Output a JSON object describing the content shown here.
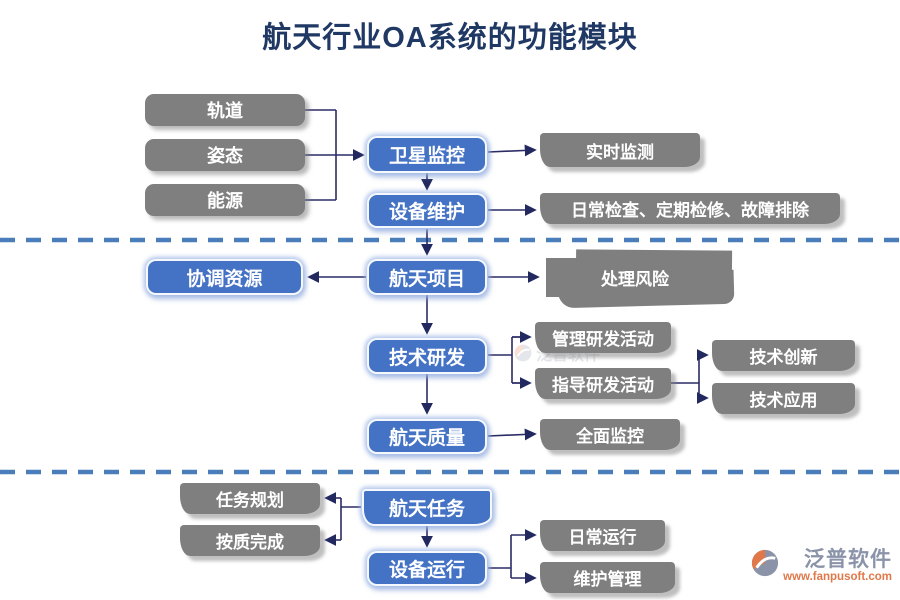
{
  "title": "航天行业OA系统的功能模块",
  "nodes": {
    "orbit": {
      "label": "轨道"
    },
    "attitude": {
      "label": "姿态"
    },
    "energy": {
      "label": "能源"
    },
    "satellite_monitoring": {
      "label": "卫星监控"
    },
    "realtime_monitoring": {
      "label": "实时监测"
    },
    "equipment_maintenance": {
      "label": "设备维护"
    },
    "inspection_tasks": {
      "label": "日常检查、定期检修、故障排除"
    },
    "coordinate_resources": {
      "label": "协调资源"
    },
    "aerospace_project": {
      "label": "航天项目"
    },
    "handle_risk": {
      "label": "处理风险"
    },
    "tech_rd": {
      "label": "技术研发"
    },
    "manage_rd_activity": {
      "label": "管理研发活动"
    },
    "guide_rd_activity": {
      "label": "指导研发活动"
    },
    "tech_innovation": {
      "label": "技术创新"
    },
    "tech_application": {
      "label": "技术应用"
    },
    "aerospace_quality": {
      "label": "航天质量"
    },
    "overall_monitoring": {
      "label": "全面监控"
    },
    "task_planning": {
      "label": "任务规划"
    },
    "quality_completion": {
      "label": "按质完成"
    },
    "aerospace_task": {
      "label": "航天任务"
    },
    "equipment_operation": {
      "label": "设备运行"
    },
    "daily_operation": {
      "label": "日常运行"
    },
    "maintenance_mgmt": {
      "label": "维护管理"
    }
  },
  "watermark": {
    "text": "泛普软件"
  },
  "logo": {
    "name": "泛普软件",
    "url": "www.fanpusoft.com"
  },
  "colors": {
    "title_navy": "#1f3864",
    "node_blue": "#4472c4",
    "node_gray": "#7f7f7f",
    "connector_navy": "#2b2b66",
    "divider_blue": "#4a7ebb",
    "logo_gray": "#8b93a9",
    "logo_orange": "#e0784a"
  }
}
